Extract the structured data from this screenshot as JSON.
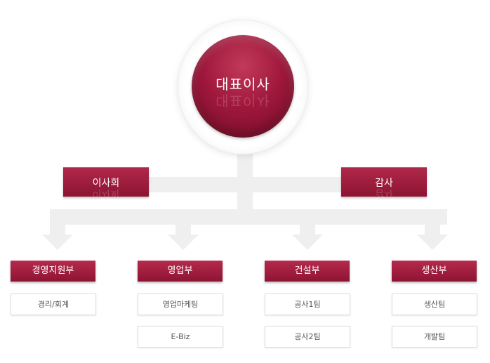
{
  "ceo": {
    "label": "대표이사"
  },
  "side_boxes": [
    {
      "label": "이사회"
    },
    {
      "label": "감사"
    }
  ],
  "departments": [
    {
      "label": "경영지원부",
      "teams": [
        "경리/회계"
      ]
    },
    {
      "label": "영업부",
      "teams": [
        "영업마케팅",
        "E-Biz"
      ]
    },
    {
      "label": "건설부",
      "teams": [
        "공사1팀",
        "공사2팀"
      ]
    },
    {
      "label": "생산부",
      "teams": [
        "생산팀",
        "개발팀"
      ]
    }
  ],
  "colors": {
    "accent": "#9e1a3c",
    "connector": "#efefef"
  }
}
